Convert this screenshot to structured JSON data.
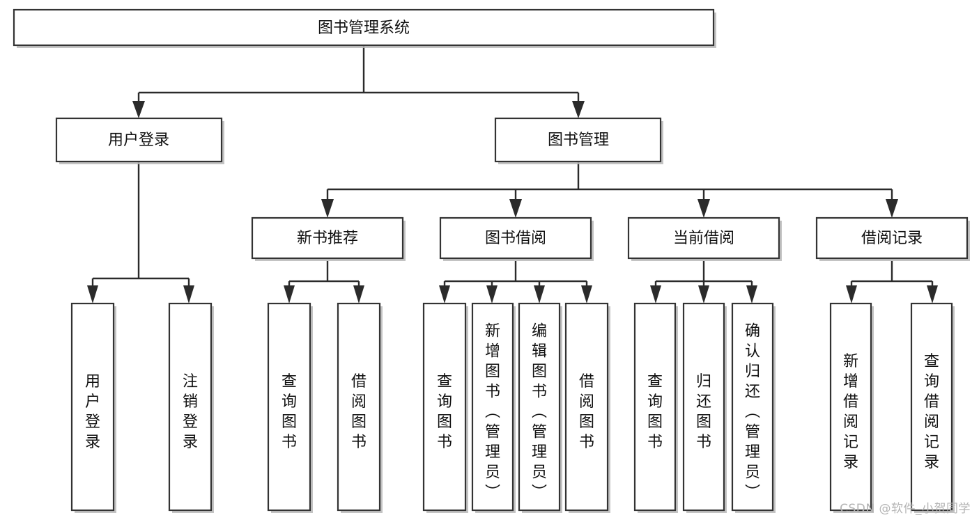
{
  "diagram": {
    "type": "tree",
    "title": "图书管理系统",
    "watermark": "CSDN @软件_小贺同学",
    "colors": {
      "box_fill": "#ffffff",
      "box_stroke": "#333333",
      "connector": "#2b2b2b",
      "shadow": "#b8b8b8",
      "text": "#111111",
      "watermark": "#b4b4b4",
      "background": "#ffffff"
    },
    "levels": {
      "root": {
        "label": "图书管理系统"
      },
      "level2": [
        {
          "label": "用户登录"
        },
        {
          "label": "图书管理"
        }
      ],
      "level3": [
        {
          "label": "新书推荐"
        },
        {
          "label": "图书借阅"
        },
        {
          "label": "当前借阅"
        },
        {
          "label": "借阅记录"
        }
      ],
      "leaves": {
        "user_login": [
          {
            "label": "用户登录"
          },
          {
            "label": "注销登录"
          }
        ],
        "new_book_recommend": [
          {
            "label": "查询图书"
          },
          {
            "label": "借阅图书"
          }
        ],
        "book_borrow": [
          {
            "label": "查询图书"
          },
          {
            "label": "新增图书（管理员）"
          },
          {
            "label": "编辑图书（管理员）"
          },
          {
            "label": "借阅图书"
          }
        ],
        "current_borrow": [
          {
            "label": "查询图书"
          },
          {
            "label": "归还图书"
          },
          {
            "label": "确认归还（管理员）"
          }
        ],
        "borrow_record": [
          {
            "label": "新增借阅记录"
          },
          {
            "label": "查询借阅记录"
          }
        ]
      }
    },
    "edges": [
      {
        "from": "图书管理系统",
        "to": "用户登录"
      },
      {
        "from": "图书管理系统",
        "to": "图书管理"
      },
      {
        "from": "用户登录",
        "to": "用户登录"
      },
      {
        "from": "用户登录",
        "to": "注销登录"
      },
      {
        "from": "图书管理",
        "to": "新书推荐"
      },
      {
        "from": "图书管理",
        "to": "图书借阅"
      },
      {
        "from": "图书管理",
        "to": "当前借阅"
      },
      {
        "from": "图书管理",
        "to": "借阅记录"
      },
      {
        "from": "新书推荐",
        "to": "查询图书"
      },
      {
        "from": "新书推荐",
        "to": "借阅图书"
      },
      {
        "from": "图书借阅",
        "to": "查询图书"
      },
      {
        "from": "图书借阅",
        "to": "新增图书（管理员）"
      },
      {
        "from": "图书借阅",
        "to": "编辑图书（管理员）"
      },
      {
        "from": "图书借阅",
        "to": "借阅图书"
      },
      {
        "from": "当前借阅",
        "to": "查询图书"
      },
      {
        "from": "当前借阅",
        "to": "归还图书"
      },
      {
        "from": "当前借阅",
        "to": "确认归还（管理员）"
      },
      {
        "from": "借阅记录",
        "to": "新增借阅记录"
      },
      {
        "from": "借阅记录",
        "to": "查询借阅记录"
      }
    ]
  }
}
